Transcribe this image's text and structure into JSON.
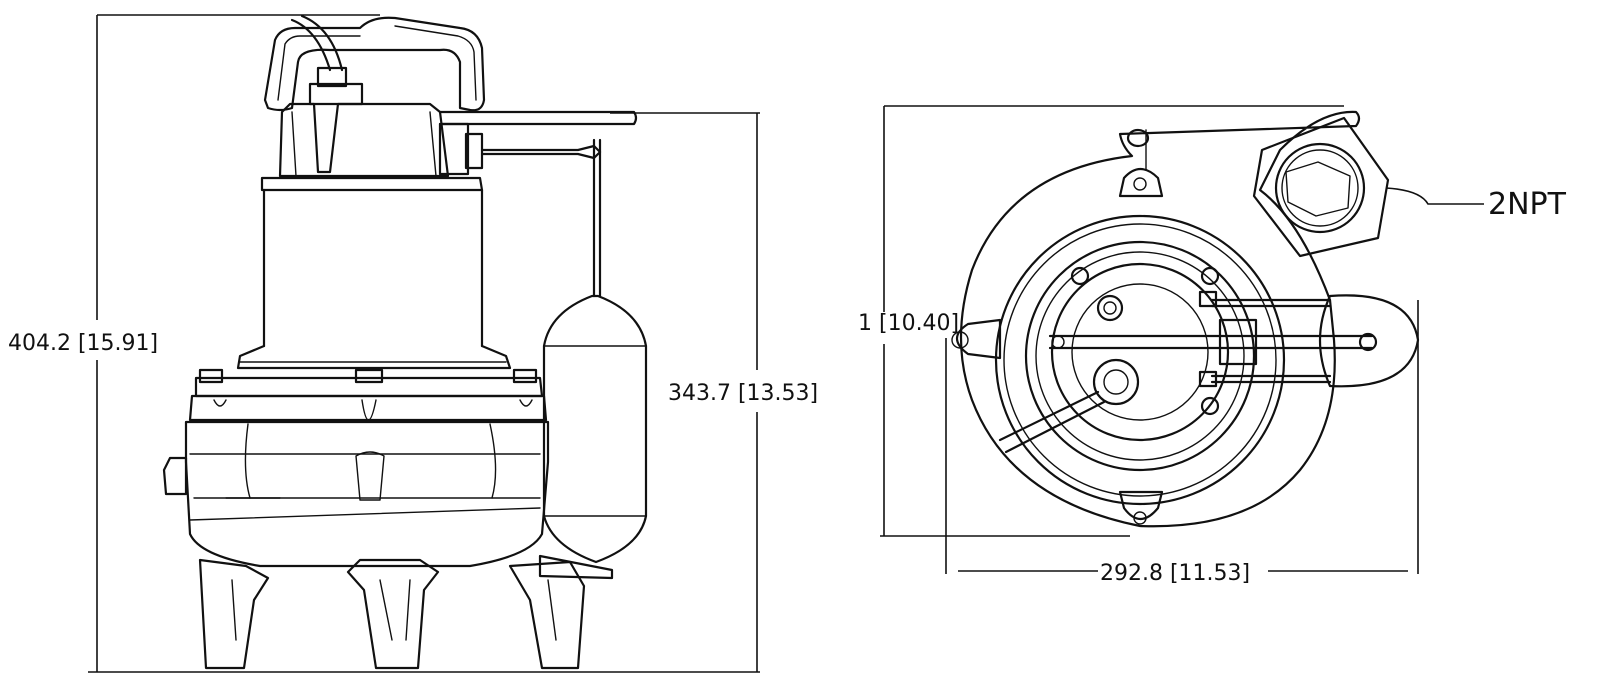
{
  "side_view": {
    "overall_height_label": "404.2 [15.91]",
    "float_height_label": "343.7 [13.53]"
  },
  "top_view": {
    "depth_label": "1 [10.40]",
    "width_label": "292.8 [11.53]",
    "discharge_label": "2NPT"
  }
}
